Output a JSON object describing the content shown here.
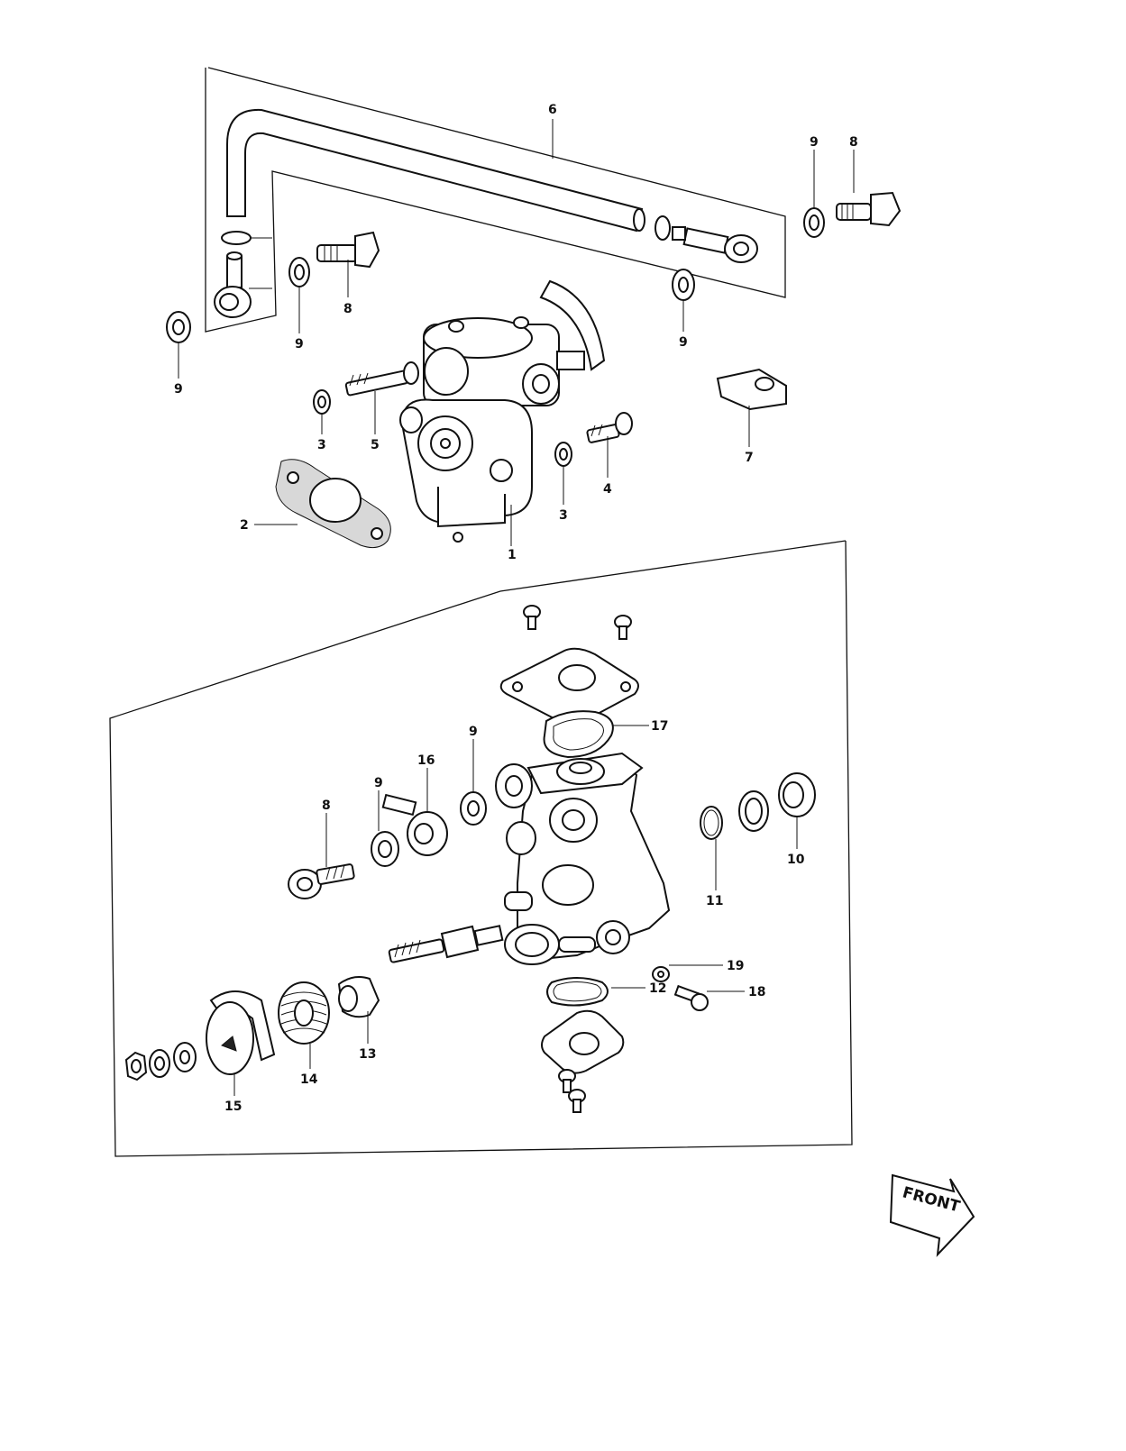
{
  "callouts": {
    "c1": "1",
    "c2": "2",
    "c3a": "3",
    "c3b": "3",
    "c4": "4",
    "c5": "5",
    "c6": "6",
    "c7": "7",
    "c8a": "8",
    "c8b": "8",
    "c8c": "8",
    "c9a": "9",
    "c9b": "9",
    "c9c": "9",
    "c9d": "9",
    "c9e": "9",
    "c9f": "9",
    "c10": "10",
    "c11": "11",
    "c12": "12",
    "c13": "13",
    "c14": "14",
    "c15": "15",
    "c16": "16",
    "c17": "17",
    "c18": "18",
    "c19": "19"
  },
  "front_label": "FRONT",
  "colors": {
    "ink": "#111111",
    "paper": "#ffffff"
  }
}
